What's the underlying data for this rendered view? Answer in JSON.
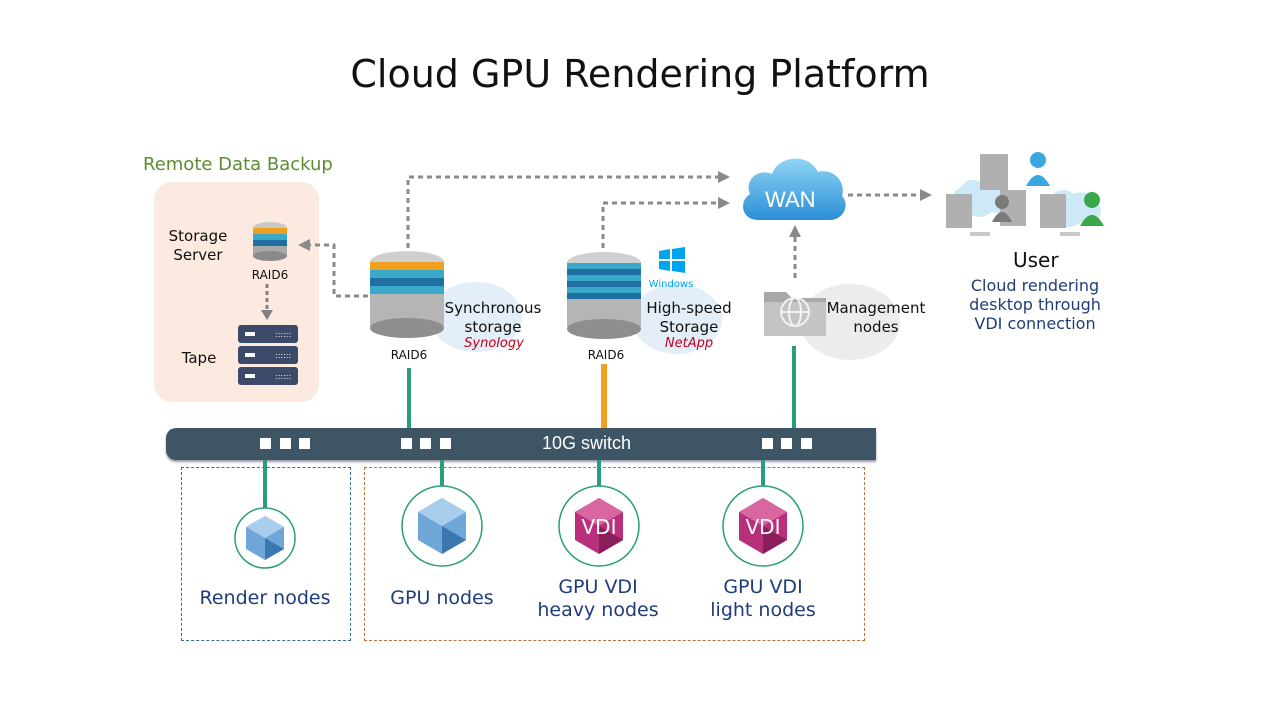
{
  "title": "Cloud GPU Rendering Platform",
  "backup": {
    "title": "Remote Data Backup",
    "storage_server": "Storage\nServer",
    "raid": "RAID6",
    "tape": "Tape"
  },
  "sync_storage": {
    "label": "Synchronous\nstorage",
    "vendor": "Synology",
    "raid": "RAID6"
  },
  "hs_storage": {
    "label": "High-speed\nStorage",
    "vendor": "NetApp",
    "raid": "RAID6",
    "os": "Windows"
  },
  "wan": {
    "label": "WAN"
  },
  "management": {
    "label": "Management\nnodes"
  },
  "user": {
    "label": "User",
    "desc": "Cloud rendering\ndesktop through\nVDI connection"
  },
  "switch": {
    "label": "10G switch"
  },
  "nodes": [
    {
      "label": "Render nodes",
      "icon": "crystal-icon"
    },
    {
      "label": "GPU nodes",
      "icon": "crystal-icon"
    },
    {
      "label": "GPU VDI\nheavy nodes",
      "icon": "vdi-icon",
      "badge": "VDI"
    },
    {
      "label": "GPU VDI\nlight nodes",
      "icon": "vdi-icon",
      "badge": "VDI"
    }
  ],
  "colors": {
    "switch": "#3e5565",
    "green_link": "#2a9d7c",
    "orange_link": "#f0a020",
    "backup_green": "#5e8c33",
    "node_text": "#1f3d7a"
  }
}
